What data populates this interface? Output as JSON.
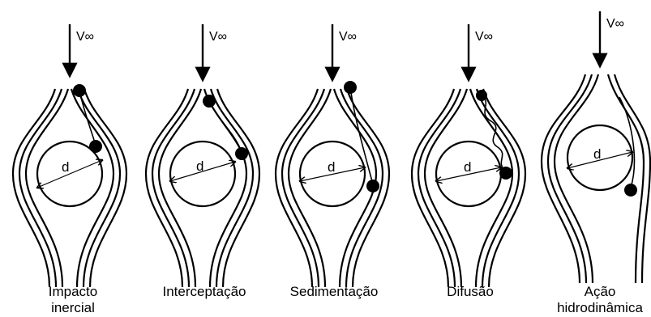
{
  "velocity_symbol": "V∞",
  "diameter_symbol": "d",
  "mechanisms": [
    {
      "label_lines": [
        "Impacto",
        "inercial"
      ],
      "mechanism_icon": "streamlines-icon"
    },
    {
      "label_lines": [
        "Interceptação"
      ],
      "mechanism_icon": "streamlines-icon"
    },
    {
      "label_lines": [
        "Sedimentação"
      ],
      "mechanism_icon": "streamlines-icon"
    },
    {
      "label_lines": [
        "Difusão"
      ],
      "mechanism_icon": "streamlines-icon"
    },
    {
      "label_lines": [
        "Ação",
        "hidrodinâmica"
      ],
      "mechanism_icon": "streamlines-icon"
    }
  ]
}
